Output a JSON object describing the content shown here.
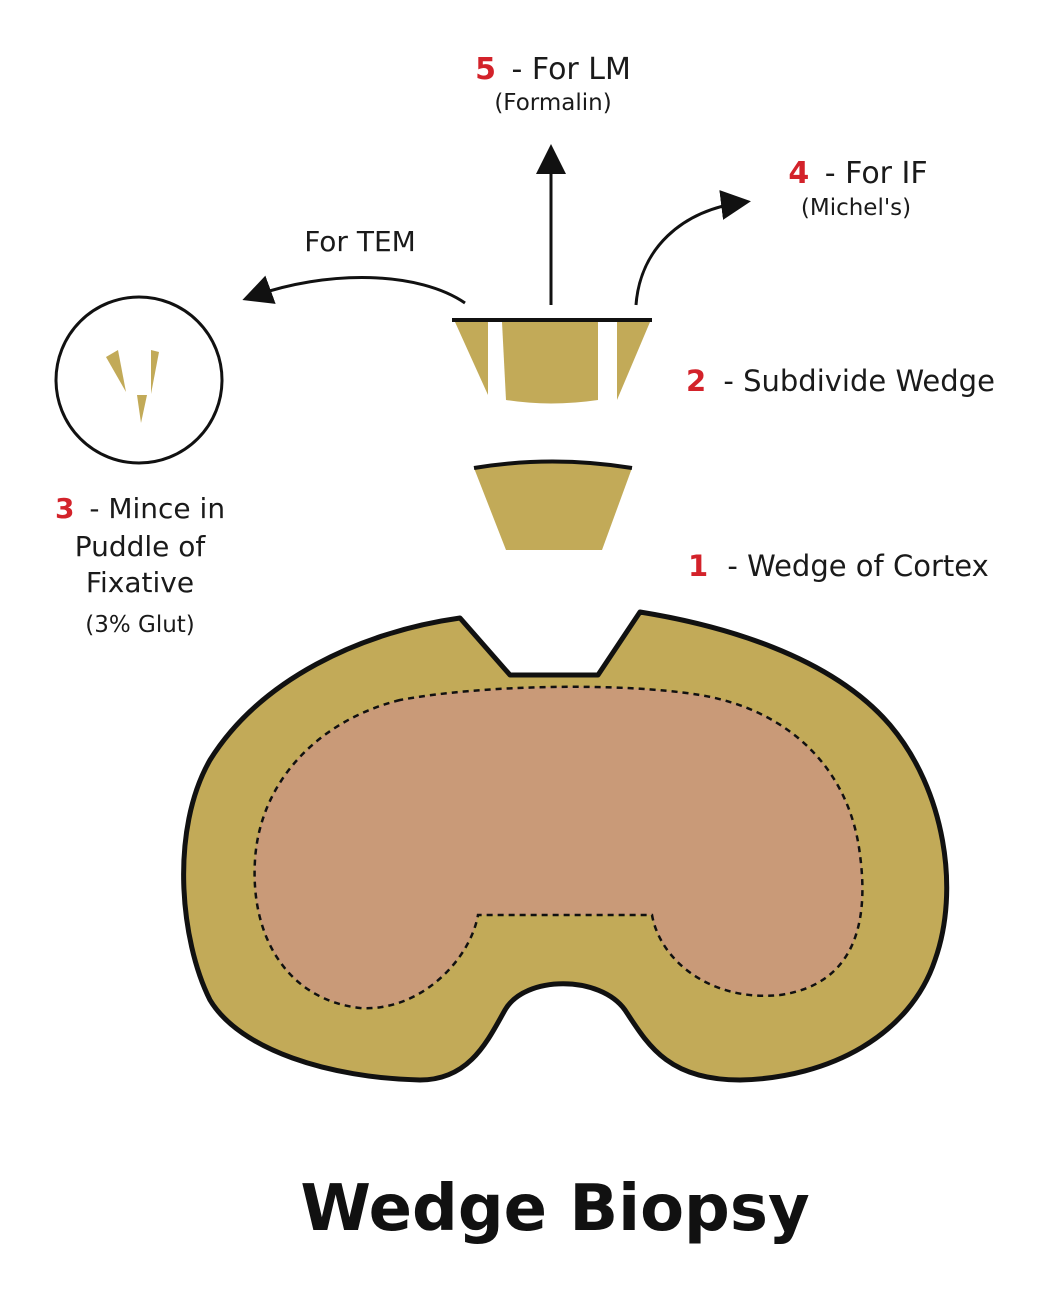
{
  "title": "Wedge Biopsy",
  "colors": {
    "cortex": "#c2aa58",
    "medulla": "#c99a78",
    "outline": "#111111",
    "step_number": "#d3222a",
    "text": "#1a1a1a"
  },
  "steps": [
    {
      "number": "1",
      "label": "- Wedge of Cortex",
      "sub": ""
    },
    {
      "number": "2",
      "label": "- Subdivide Wedge",
      "sub": ""
    },
    {
      "number": "3",
      "label": "- Mince in",
      "lines": [
        "Puddle of",
        "Fixative"
      ],
      "sub": "(3% Glut)"
    },
    {
      "number": "4",
      "label": "- For IF",
      "sub": "(Michel's)"
    },
    {
      "number": "5",
      "label": "- For LM",
      "sub": "(Formalin)"
    }
  ],
  "arrow_labels": {
    "tem": "For TEM"
  },
  "icons": {
    "kidney": "kidney-cross-section",
    "wedge": "cortex-wedge",
    "dish": "fixative-puddle-dish"
  }
}
